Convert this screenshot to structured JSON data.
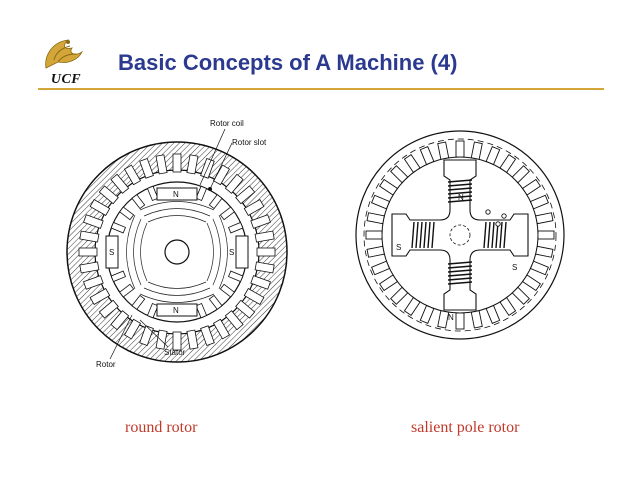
{
  "logo": {
    "text": "UCF"
  },
  "title": "Basic Concepts of A Machine (4)",
  "left_diagram": {
    "labels": {
      "rotor_coil": "Rotor coil",
      "rotor_slot": "Rotor slot",
      "stator": "Stator",
      "rotor": "Rotor",
      "pole_top": "N",
      "pole_bottom": "N",
      "pole_left": "S",
      "pole_right": "S"
    },
    "caption": "round rotor"
  },
  "right_diagram": {
    "labels": {
      "pole_top": "N",
      "pole_bottom": "N",
      "pole_left": "S",
      "pole_right": "S"
    },
    "caption": "salient pole rotor"
  },
  "colors": {
    "title": "#2b3a8f",
    "rule": "#d4a63a",
    "caption": "#c0392b"
  }
}
